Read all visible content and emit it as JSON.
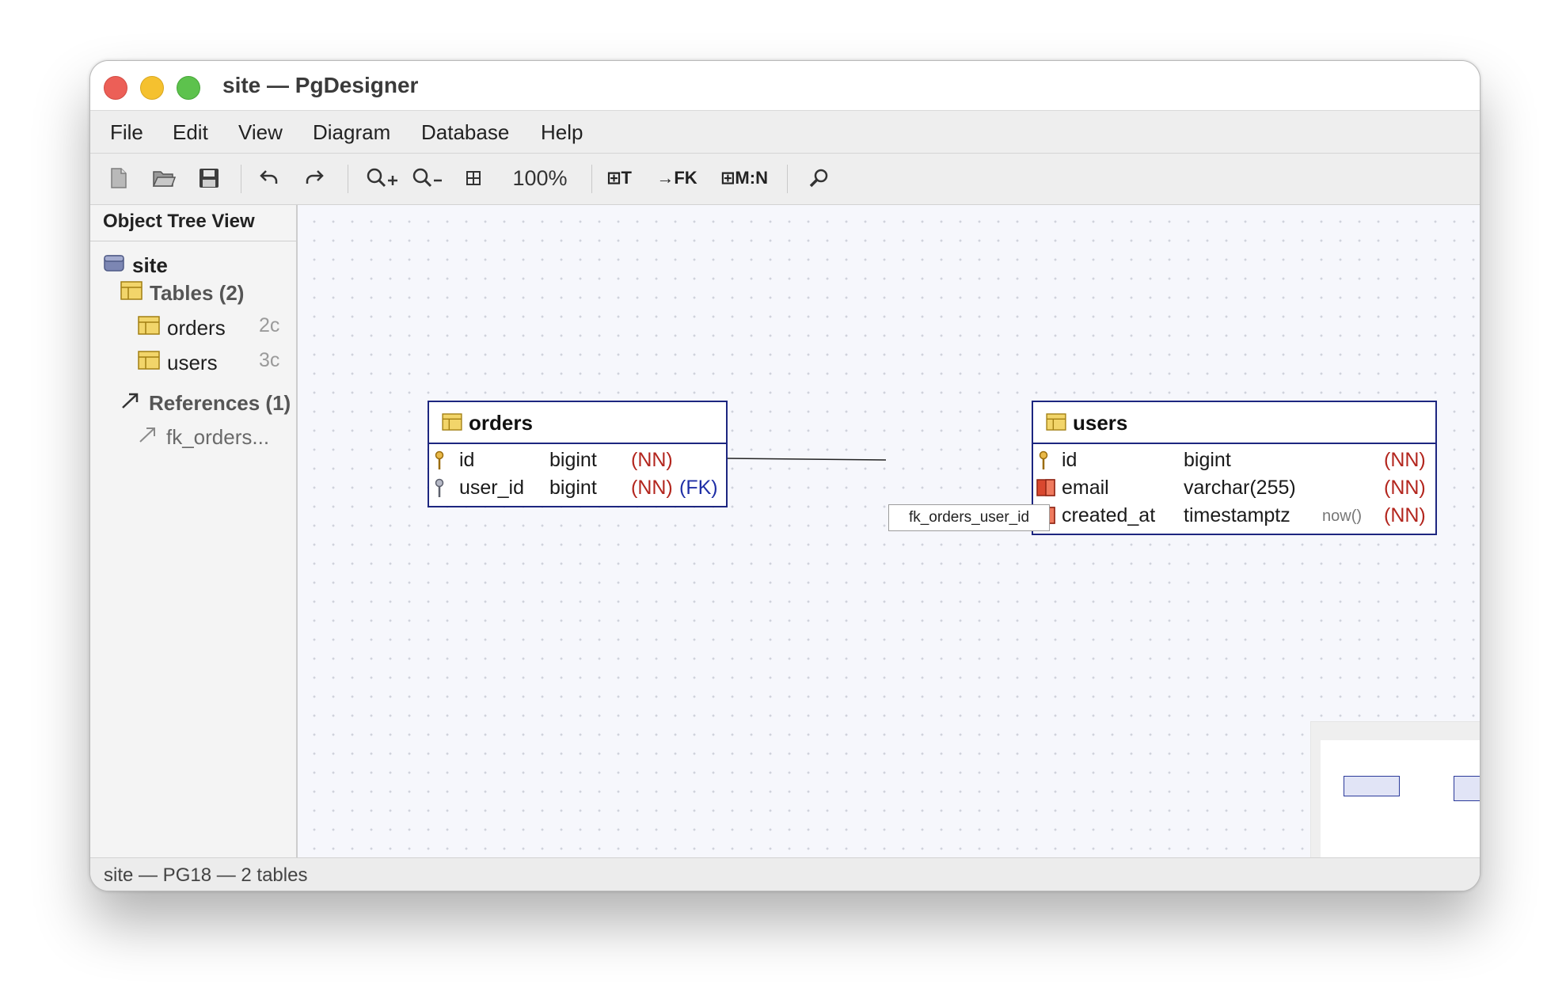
{
  "window": {
    "title": "site — PgDesigner"
  },
  "menu": [
    "File",
    "Edit",
    "View",
    "Diagram",
    "Database",
    "Help"
  ],
  "toolbar": {
    "zoom": "100%",
    "add_table_label": "⊞T",
    "add_fk_label": "→FK",
    "add_mn_label": "⊞M:N",
    "icons": [
      "new-file-icon",
      "open-folder-icon",
      "save-icon",
      "undo-icon",
      "redo-icon",
      "zoom-in-icon",
      "zoom-out-icon",
      "fit-grid-icon",
      "find-icon"
    ]
  },
  "sidebar": {
    "header": "Object Tree View",
    "root": "site",
    "tables_group": "Tables (2)",
    "tables": [
      {
        "name": "orders",
        "count": "2c"
      },
      {
        "name": "users",
        "count": "3c"
      }
    ],
    "references_group": "References (1)",
    "references": [
      "fk_orders..."
    ]
  },
  "diagram": {
    "tables": [
      {
        "name": "orders",
        "columns": [
          {
            "name": "id",
            "type": "bigint",
            "default": "",
            "nn": "(NN)",
            "fk": "",
            "icon": "primary-key-icon"
          },
          {
            "name": "user_id",
            "type": "bigint",
            "default": "",
            "nn": "(NN)",
            "fk": "(FK)",
            "icon": "foreign-key-icon"
          }
        ]
      },
      {
        "name": "users",
        "columns": [
          {
            "name": "id",
            "type": "bigint",
            "default": "",
            "nn": "(NN)",
            "fk": "",
            "icon": "primary-key-icon"
          },
          {
            "name": "email",
            "type": "varchar(255)",
            "default": "",
            "nn": "(NN)",
            "fk": "",
            "icon": "column-icon"
          },
          {
            "name": "created_at",
            "type": "timestamptz",
            "default": "now()",
            "nn": "(NN)",
            "fk": "",
            "icon": "column-icon"
          }
        ]
      }
    ],
    "relation": {
      "name": "fk_orders_user_id"
    }
  },
  "status": "site — PG18 — 2 tables",
  "colors": {
    "table_border": "#1d2680",
    "not_null": "#b3261e",
    "foreign_key": "#1f2fa6",
    "key_icon": "#d8a53a",
    "column_icon": "#d9482f",
    "table_icon": "#e8c24a"
  }
}
